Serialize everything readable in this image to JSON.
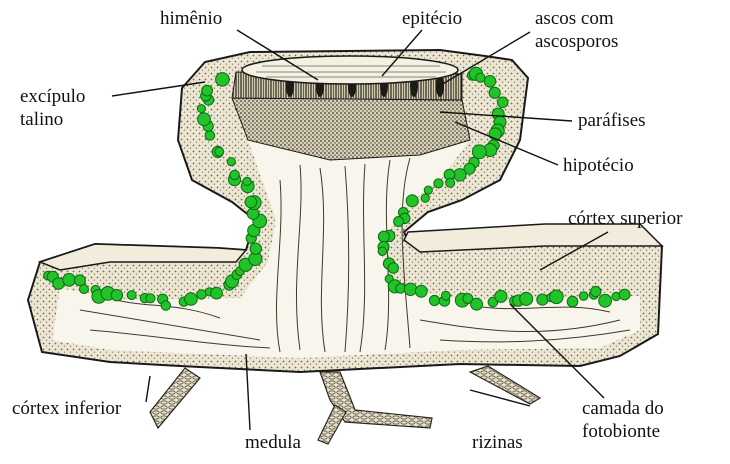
{
  "labels": {
    "himenio": "himênio",
    "epitecio": "epitécio",
    "ascos_l1": "ascos com",
    "ascos_l2": "ascosporos",
    "excipulo_l1": "excípulo",
    "excipulo_l2": "talino",
    "parafises": "paráfises",
    "hipotecio": "hipotécio",
    "cortex_superior": "córtex superior",
    "cortex_inferior": "córtex inferior",
    "medula": "medula",
    "rizinas": "rizinas",
    "camada_l1": "camada do",
    "camada_l2": "fotobionte"
  },
  "colors": {
    "photobiont": "#22c229",
    "photobiont_dark": "#0c6b12",
    "cortex": "#e9e3cf",
    "medulla": "#f7f4ea",
    "ink": "#1a1a1a"
  }
}
